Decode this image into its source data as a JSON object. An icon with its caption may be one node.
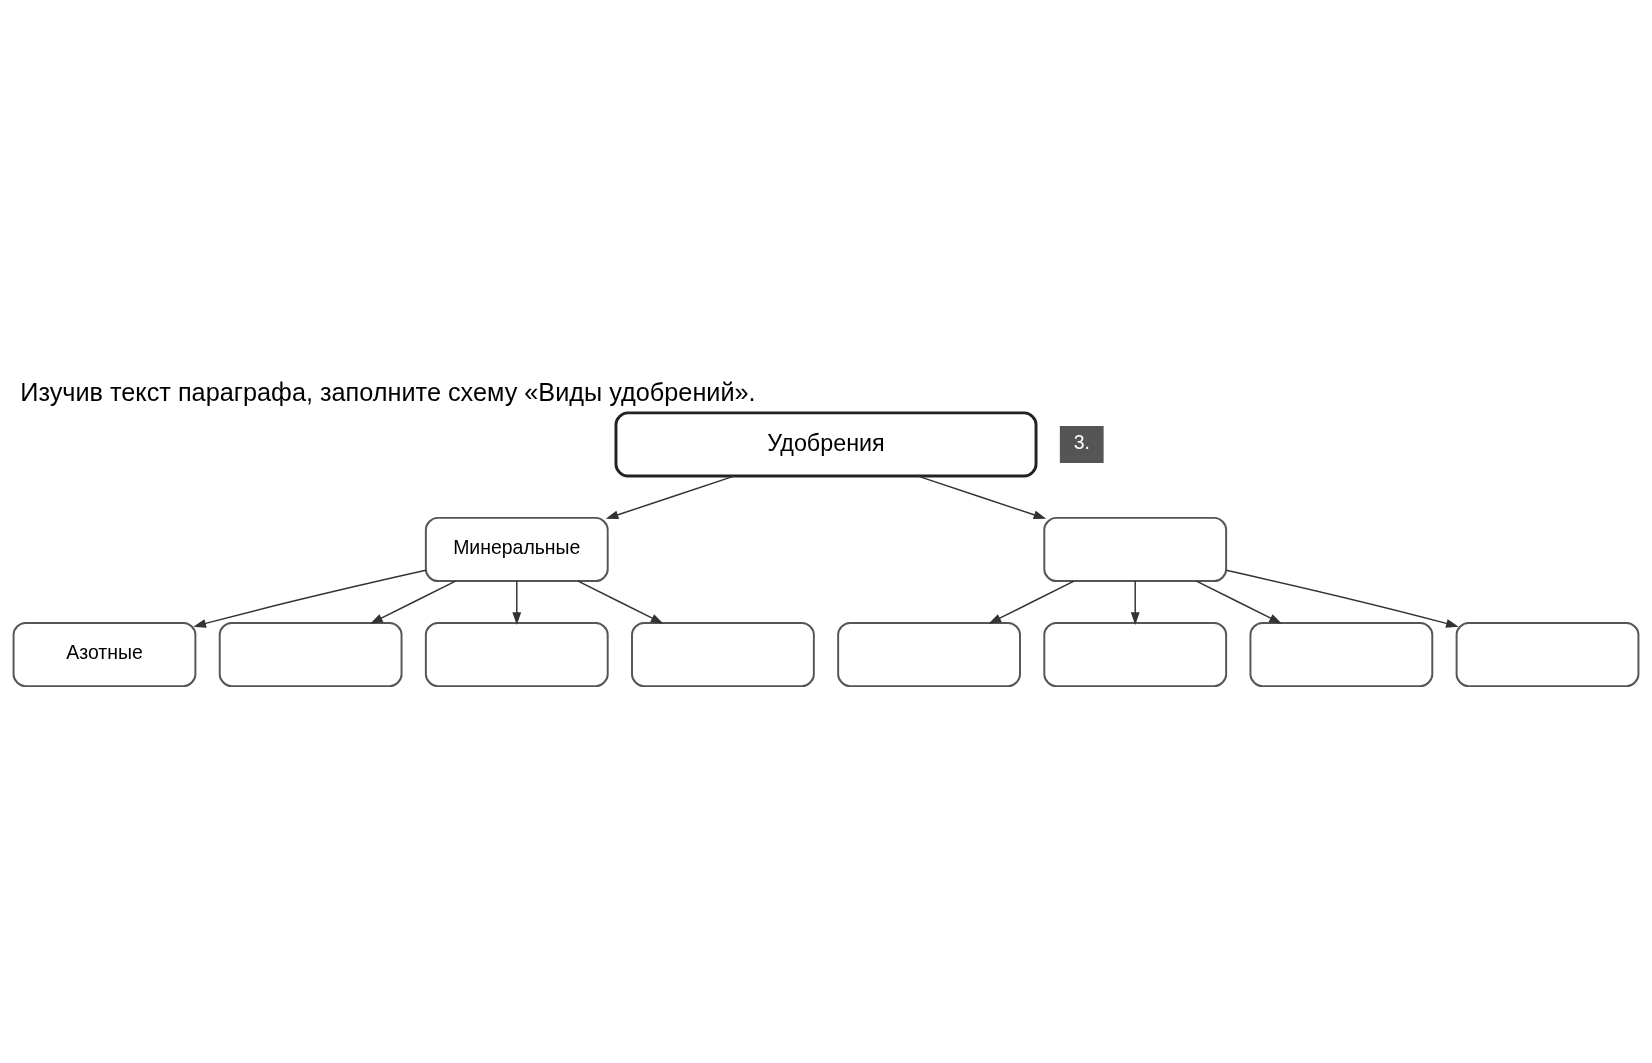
{
  "diagram": {
    "title": "Изучив текст параграфа, заполните схему «Виды удобрений».",
    "nodes": [
      {
        "text": [
          "Удобрения"
        ]
      },
      {
        "text": [
          "Минеральные"
        ]
      },
      {
        "text": [],
        "shape": "box"
      },
      {
        "text": [
          "Азотные"
        ]
      },
      {
        "text": [],
        "shape": "box"
      },
      {
        "text": [],
        "shape": "box"
      },
      {
        "text": [],
        "shape": "box"
      },
      {
        "text": [],
        "shape": "box"
      },
      {
        "text": [],
        "shape": "box"
      },
      {
        "text": [],
        "shape": "box"
      },
      {
        "text": [],
        "shape": "box"
      }
    ],
    "edges": [
      {
        "from": 0,
        "to": 1,
        "arrow": "to"
      },
      {
        "from": 0,
        "to": 2,
        "arrow": "to"
      },
      {
        "from": 1,
        "to": 3,
        "arrow": "to"
      },
      {
        "from": 1,
        "to": 4,
        "arrow": "to"
      },
      {
        "from": 1,
        "to": 5,
        "arrow": "to"
      },
      {
        "from": 1,
        "to": 6,
        "arrow": "to"
      },
      {
        "from": 2,
        "to": 7,
        "arrow": "to"
      },
      {
        "from": 2,
        "to": 8,
        "arrow": "to"
      },
      {
        "from": 2,
        "to": 9,
        "arrow": "to"
      },
      {
        "from": 2,
        "to": 10,
        "arrow": "to"
      }
    ],
    "labels": [
      "3."
    ]
  }
}
